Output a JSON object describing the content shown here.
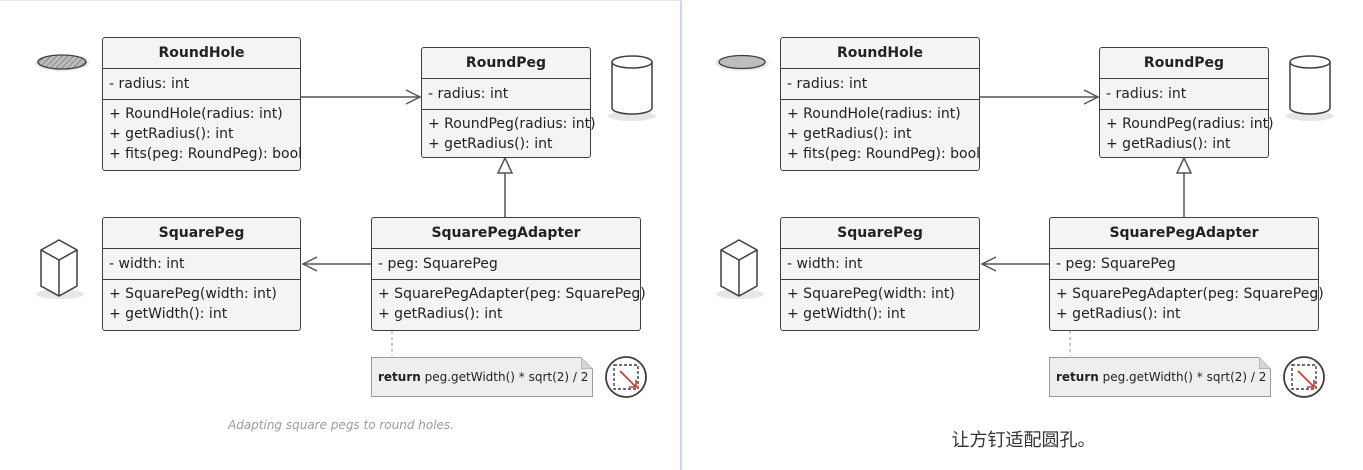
{
  "classes": {
    "roundhole": {
      "name": "RoundHole",
      "fields": [
        "- radius: int"
      ],
      "methods": [
        "+ RoundHole(radius: int)",
        "+ getRadius(): int",
        "+ fits(peg: RoundPeg): bool"
      ]
    },
    "roundpeg": {
      "name": "RoundPeg",
      "fields": [
        "- radius: int"
      ],
      "methods": [
        "+ RoundPeg(radius: int)",
        "+ getRadius(): int"
      ]
    },
    "squarepeg": {
      "name": "SquarePeg",
      "fields": [
        "- width: int"
      ],
      "methods": [
        "+ SquarePeg(width: int)",
        "+ getWidth(): int"
      ]
    },
    "adapter": {
      "name": "SquarePegAdapter",
      "fields": [
        "- peg: SquarePeg"
      ],
      "methods": [
        "+ SquarePegAdapter(peg: SquarePeg)",
        "+ getRadius(): int"
      ]
    }
  },
  "note": {
    "keyword": "return",
    "code": " peg.getWidth() * sqrt(2) / 2"
  },
  "captions": {
    "left": "Adapting square pegs to round holes.",
    "right": "让方钉适配圆孔。"
  },
  "colors": {
    "border": "#3f3f3f",
    "box_fill": "#f4f4f4",
    "note_fill": "#eeeeee",
    "accent": "#c0392b"
  },
  "icons": [
    "round-hole-icon",
    "cylinder-peg-icon",
    "square-peg-box-icon",
    "square-in-circle-icon"
  ]
}
